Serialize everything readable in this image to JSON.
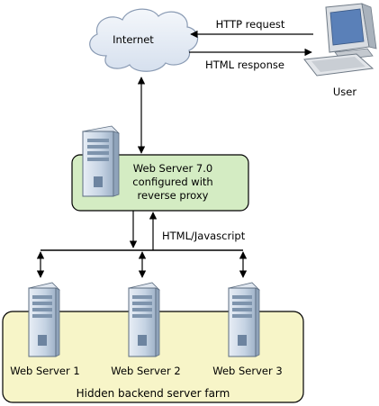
{
  "diagram": {
    "internet_label": "Internet",
    "http_request_label": "HTTP request",
    "html_response_label": "HTML response",
    "user_label": "User",
    "proxy_label_lines": [
      "Web Server 7.0",
      "configured with",
      "reverse proxy"
    ],
    "html_js_label": "HTML/Javascript",
    "server_farm_label": "Hidden backend server farm",
    "servers": [
      {
        "label": "Web Server 1"
      },
      {
        "label": "Web Server 2"
      },
      {
        "label": "Web Server 3"
      }
    ],
    "colors": {
      "cloud": "#dfe7f3",
      "proxy_box": "#d4ecc3",
      "farm_box": "#f7f5c8",
      "server_body": "#c8d6e6",
      "server_dark": "#7e94ad",
      "monitor_screen": "#5a80b8"
    }
  }
}
